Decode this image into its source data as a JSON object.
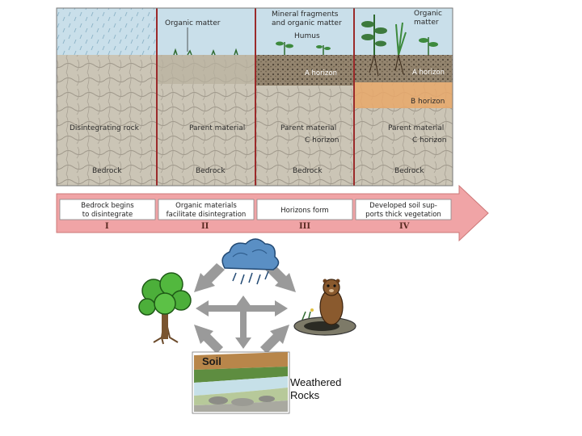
{
  "stages": [
    {
      "sky_labels": [],
      "side_labels": [
        "Disintegrating rock"
      ],
      "bedrock": "Bedrock",
      "caption_lines": [
        "Bedrock begins",
        "to disintegrate"
      ],
      "numeral": "I"
    },
    {
      "sky_labels": [
        "Organic matter"
      ],
      "side_labels": [
        "Parent material"
      ],
      "bedrock": "Bedrock",
      "caption_lines": [
        "Organic materials",
        "facilitate disintegration"
      ],
      "numeral": "II"
    },
    {
      "sky_labels": [
        "Mineral fragments",
        "and organic matter",
        "Humus"
      ],
      "side_labels": [
        "A horizon",
        "Parent material",
        "C horizon"
      ],
      "bedrock": "Bedrock",
      "caption_lines": [
        "Horizons form"
      ],
      "numeral": "III"
    },
    {
      "sky_labels": [
        "Organic",
        "matter"
      ],
      "side_labels": [
        "A horizon",
        "B horizon",
        "Parent material",
        "C horizon"
      ],
      "bedrock": "Bedrock",
      "caption_lines": [
        "Developed soil sup-",
        "ports thick vegetation"
      ],
      "numeral": "IV"
    }
  ],
  "cycle": {
    "soil_label": "Soil",
    "weathered_line1": "Weathered",
    "weathered_line2": "Rocks",
    "icons": [
      "rain-cloud-icon",
      "tree-icon",
      "groundhog-icon",
      "soil-layers-icon"
    ]
  },
  "colors": {
    "sky": "#c9dfea",
    "rock": "#c9c3b4",
    "b_horizon": "#e9a86a",
    "divider": "#9b2a2a",
    "arrow_fill": "#f0a4a6",
    "cycle_arrow": "#9a9a9a"
  }
}
